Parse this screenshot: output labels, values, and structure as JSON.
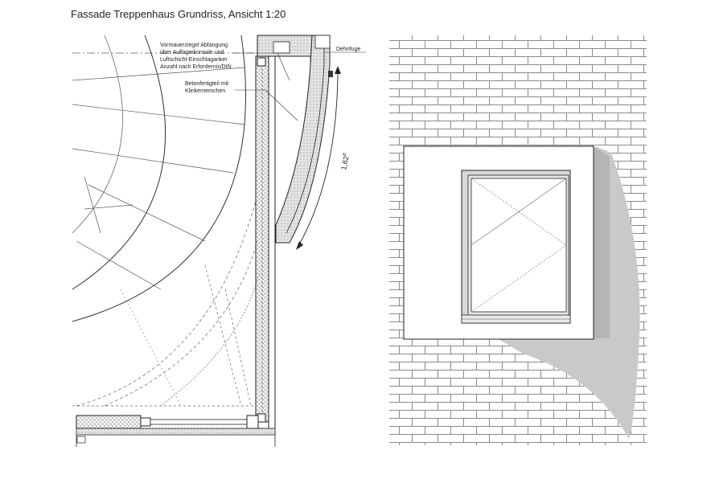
{
  "drawing": {
    "title": "Fassade Treppenhaus Grundriss, Ansicht 1:20",
    "annotations": {
      "abfangung": [
        "Vormauerziegel Abfangung",
        "über Auflagerkonsole und",
        "Luftschicht-Einschlaganker",
        "Anzahl nach Erfordernis/DIN"
      ],
      "betonfertigteil": [
        "Betonfertigteil mit",
        "Klinkerriemchen"
      ],
      "dehnfuge": "Dehnfuge",
      "dimension": "1,62",
      "dimension_sup": "8"
    }
  },
  "colors": {
    "line": "#222222",
    "hatch": "#9a9a9a",
    "shadow": "#c9c9c9",
    "brick_joint": "#8a8a8a"
  }
}
